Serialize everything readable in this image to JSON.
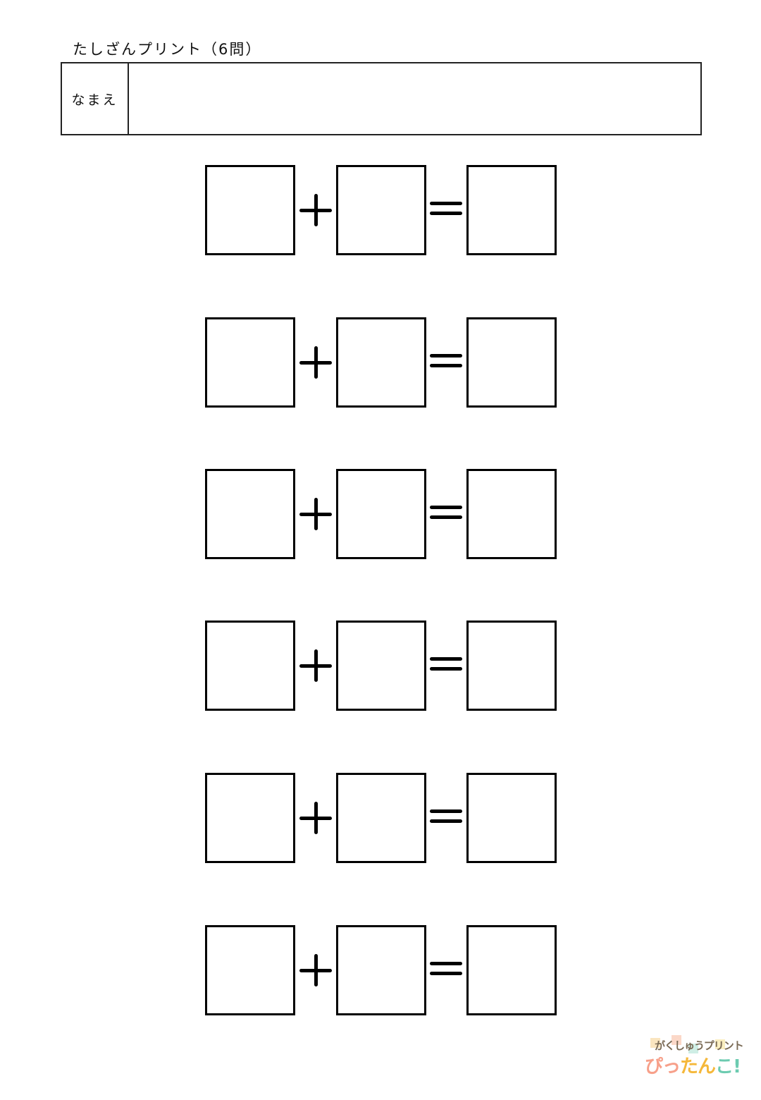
{
  "worksheet": {
    "title": "たしざんプリント（6問）",
    "name_label": "なまえ",
    "name_value": "",
    "problem_count": 6,
    "operator": "+",
    "equals": "=",
    "problems": [
      {
        "a": "",
        "b": "",
        "answer": ""
      },
      {
        "a": "",
        "b": "",
        "answer": ""
      },
      {
        "a": "",
        "b": "",
        "answer": ""
      },
      {
        "a": "",
        "b": "",
        "answer": ""
      },
      {
        "a": "",
        "b": "",
        "answer": ""
      },
      {
        "a": "",
        "b": "",
        "answer": ""
      }
    ]
  },
  "logo": {
    "subtitle": "がくしゅうプリント",
    "brand_chars": [
      "ぴ",
      "っ",
      "た",
      "ん",
      "こ",
      "!"
    ],
    "colors": {
      "subtitle": "#7a6a55",
      "pink": "#f7a08a",
      "yellow": "#f5b83a",
      "green": "#6ccbb0"
    }
  }
}
